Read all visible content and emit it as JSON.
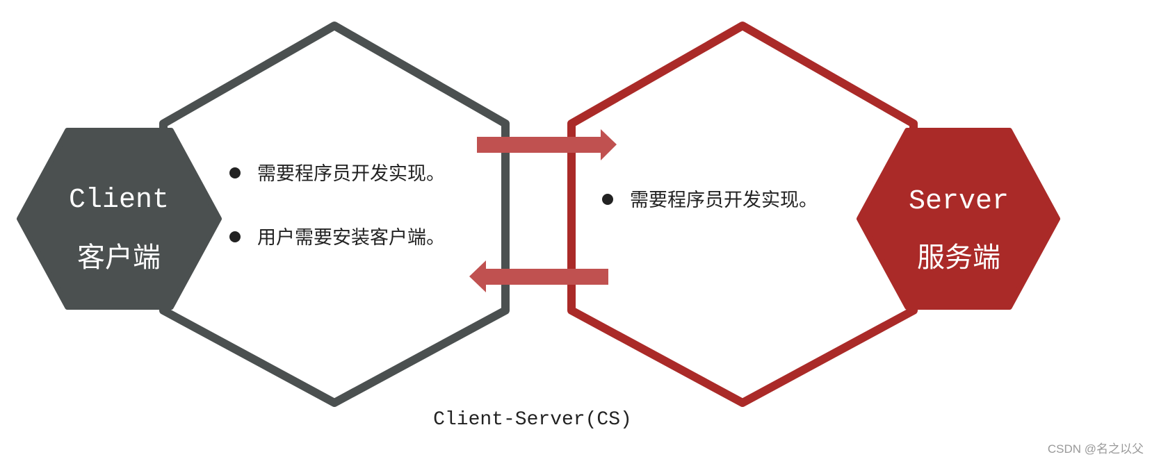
{
  "colors": {
    "client": "#4b5050",
    "server": "#aa2a28",
    "arrow": "#c05150",
    "text": "#222222"
  },
  "client": {
    "title_en": "Client",
    "title_cn": "客户端",
    "bullets": [
      "需要程序员开发实现。",
      "用户需要安装客户端。"
    ]
  },
  "server": {
    "title_en": "Server",
    "title_cn": "服务端",
    "bullets": [
      "需要程序员开发实现。"
    ]
  },
  "caption": "Client-Server(CS)",
  "watermark": "CSDN @名之以父"
}
